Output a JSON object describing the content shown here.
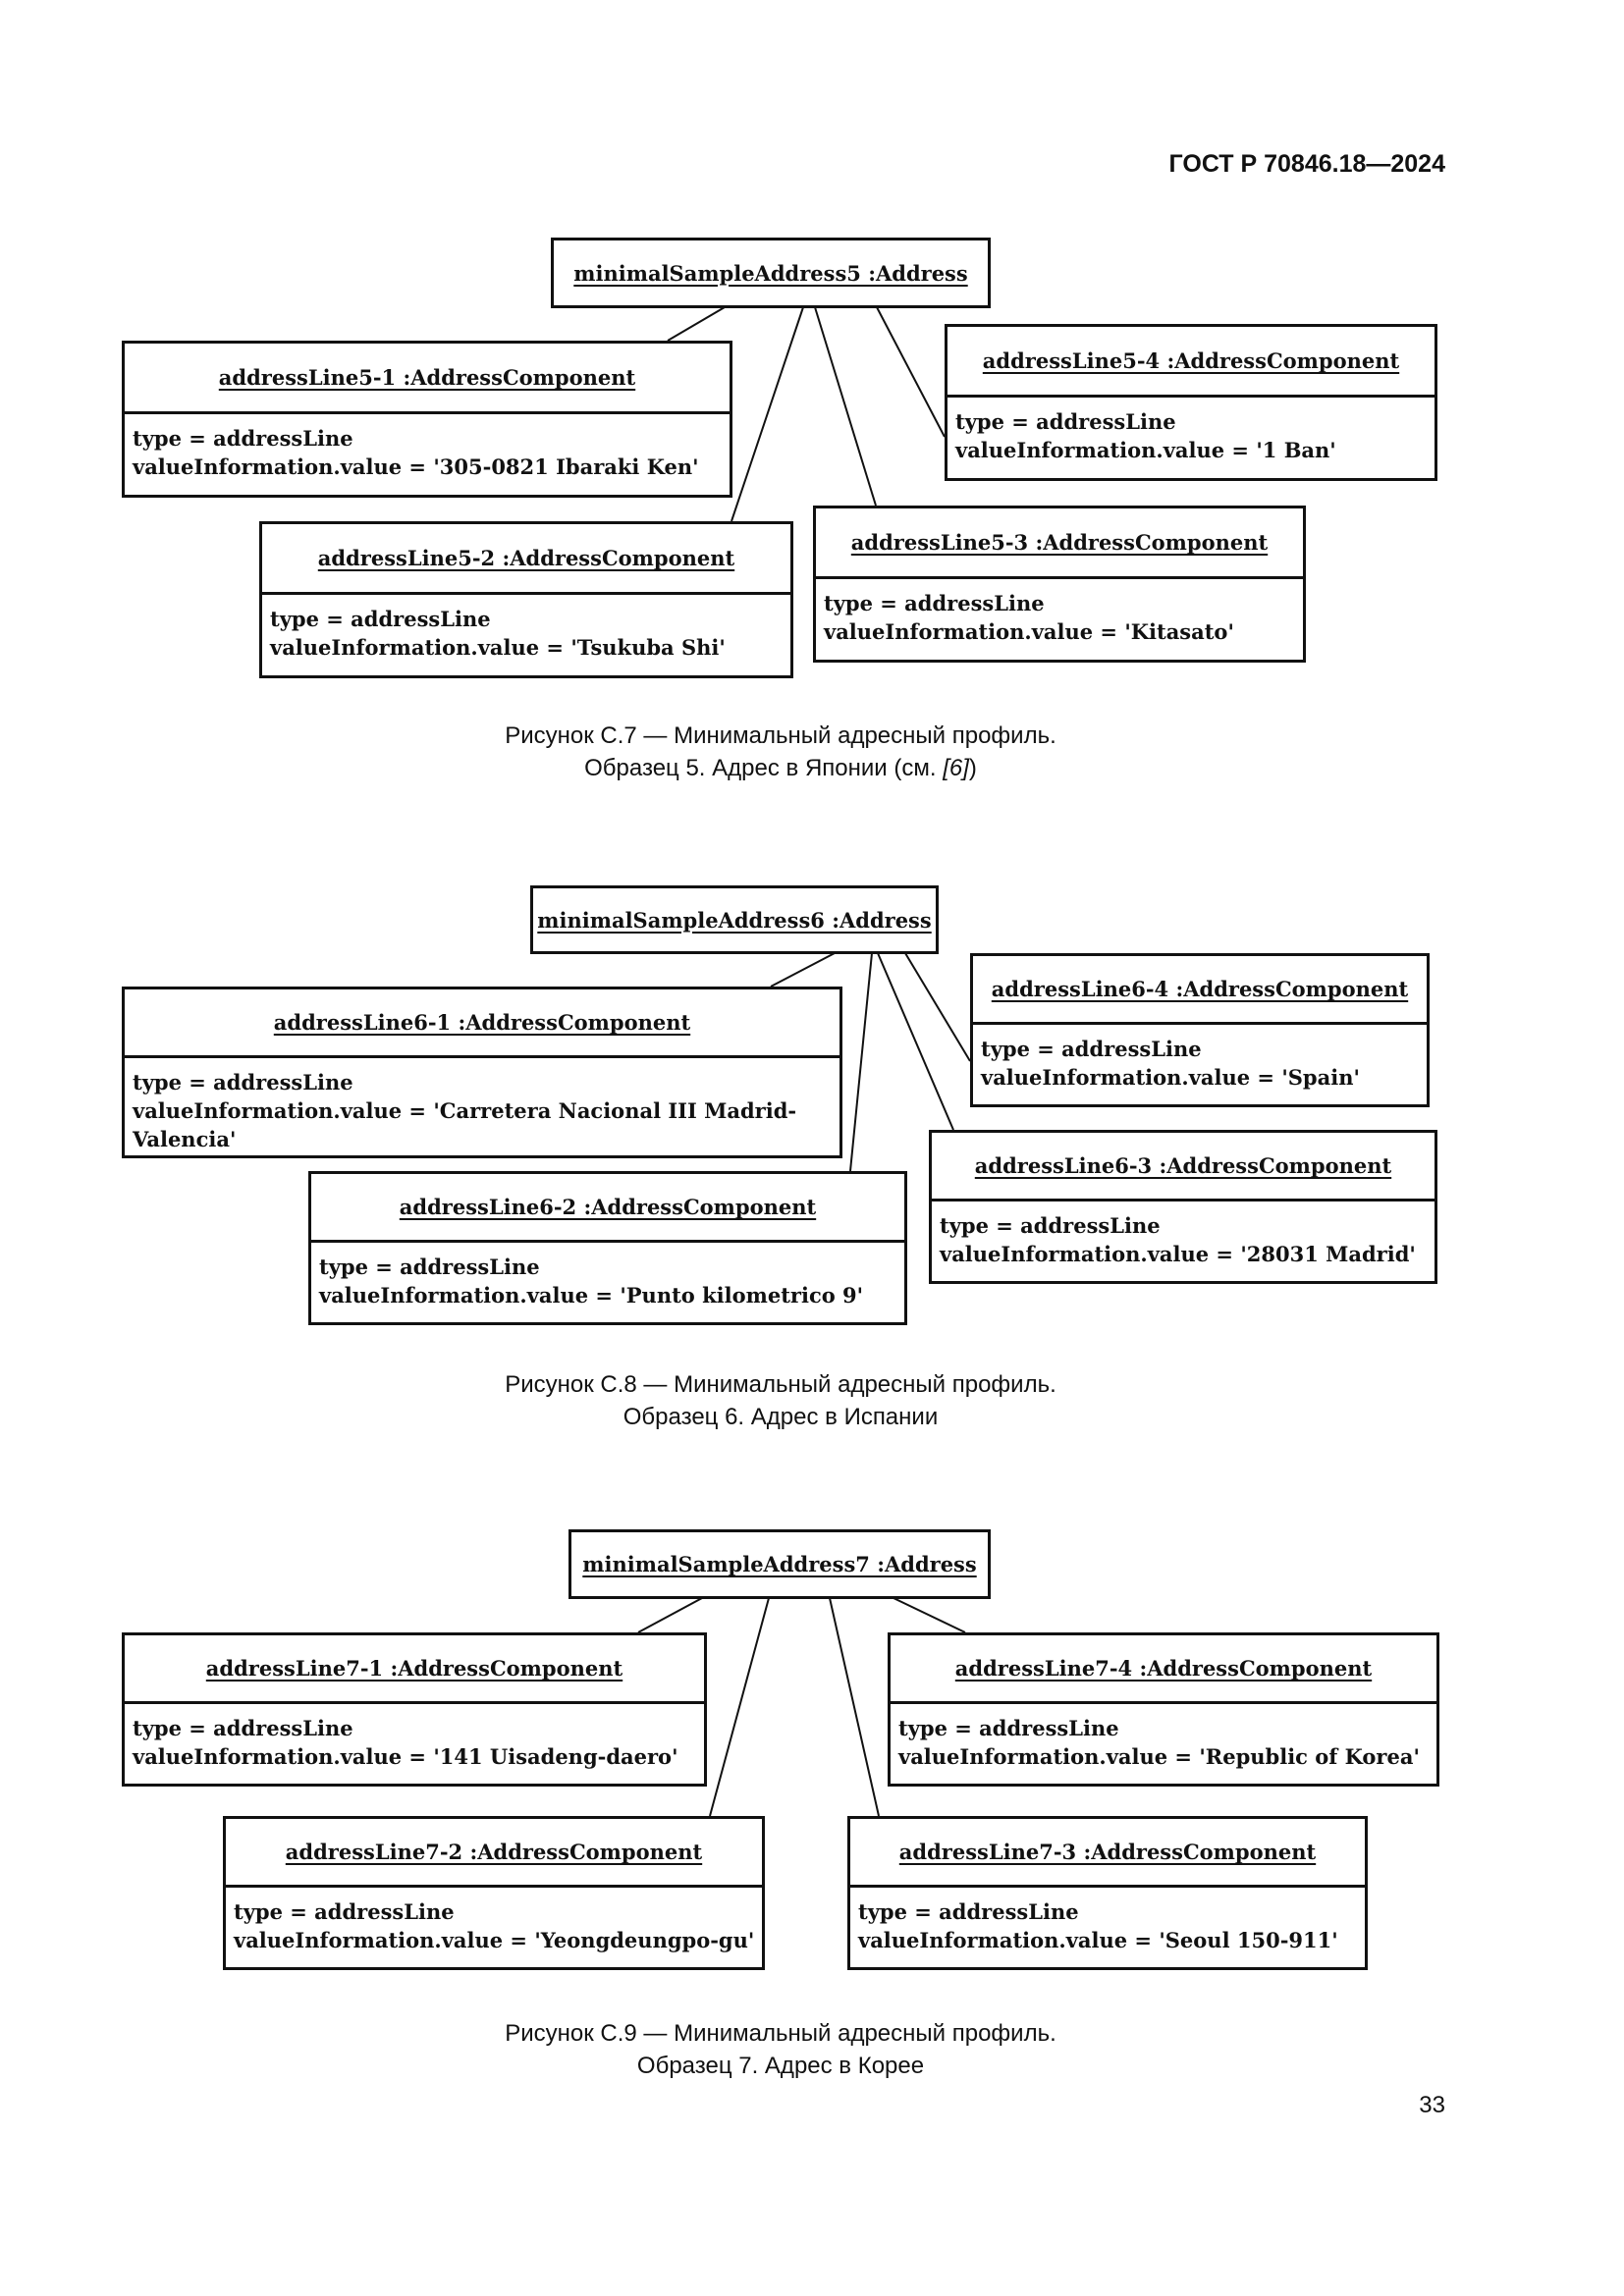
{
  "header": {
    "doc_code": "ГОСТ Р 70846.18—2024"
  },
  "page_number": "33",
  "figures": [
    {
      "root": "minimalSampleAddress5 :Address",
      "components": [
        {
          "title": "addressLine5-1 :AddressComponent",
          "type_line": "type = addressLine",
          "value_line": "valueInformation.value = '305-0821 Ibaraki Ken'"
        },
        {
          "title": "addressLine5-2 :AddressComponent",
          "type_line": "type = addressLine",
          "value_line": "valueInformation.value = 'Tsukuba Shi'"
        },
        {
          "title": "addressLine5-3 :AddressComponent",
          "type_line": "type = addressLine",
          "value_line": "valueInformation.value = 'Kitasato'"
        },
        {
          "title": "addressLine5-4 :AddressComponent",
          "type_line": "type = addressLine",
          "value_line": "valueInformation.value = '1 Ban'"
        }
      ],
      "caption": {
        "line1": "Рисунок С.7 — Минимальный адресный профиль.",
        "line2": "Образец 5. Адрес в Японии (см. ",
        "ref": "[6]",
        "line2_end": ")"
      }
    },
    {
      "root": "minimalSampleAddress6 :Address",
      "components": [
        {
          "title": "addressLine6-1 :AddressComponent",
          "type_line": "type = addressLine",
          "value_line": "valueInformation.value = 'Carretera Nacional III Madrid-Valencia'"
        },
        {
          "title": "addressLine6-2 :AddressComponent",
          "type_line": "type = addressLine",
          "value_line": "valueInformation.value = 'Punto kilometrico 9'"
        },
        {
          "title": "addressLine6-3 :AddressComponent",
          "type_line": "type = addressLine",
          "value_line": "valueInformation.value = '28031 Madrid'"
        },
        {
          "title": "addressLine6-4 :AddressComponent",
          "type_line": "type = addressLine",
          "value_line": "valueInformation.value = 'Spain'"
        }
      ],
      "caption": {
        "line1": "Рисунок С.8 — Минимальный адресный профиль.",
        "line2": "Образец 6. Адрес в Испании"
      }
    },
    {
      "root": "minimalSampleAddress7 :Address",
      "components": [
        {
          "title": "addressLine7-1 :AddressComponent",
          "type_line": "type = addressLine",
          "value_line": "valueInformation.value = '141 Uisadeng-daero'"
        },
        {
          "title": "addressLine7-2 :AddressComponent",
          "type_line": "type = addressLine",
          "value_line": "valueInformation.value = 'Yeongdeungpo-gu'"
        },
        {
          "title": "addressLine7-3 :AddressComponent",
          "type_line": "type = addressLine",
          "value_line": "valueInformation.value = 'Seoul 150-911'"
        },
        {
          "title": "addressLine7-4 :AddressComponent",
          "type_line": "type = addressLine",
          "value_line": "valueInformation.value = 'Republic of Korea'"
        }
      ],
      "caption": {
        "line1": "Рисунок С.9 — Минимальный адресный профиль.",
        "line2": "Образец 7. Адрес в Корее"
      }
    }
  ]
}
